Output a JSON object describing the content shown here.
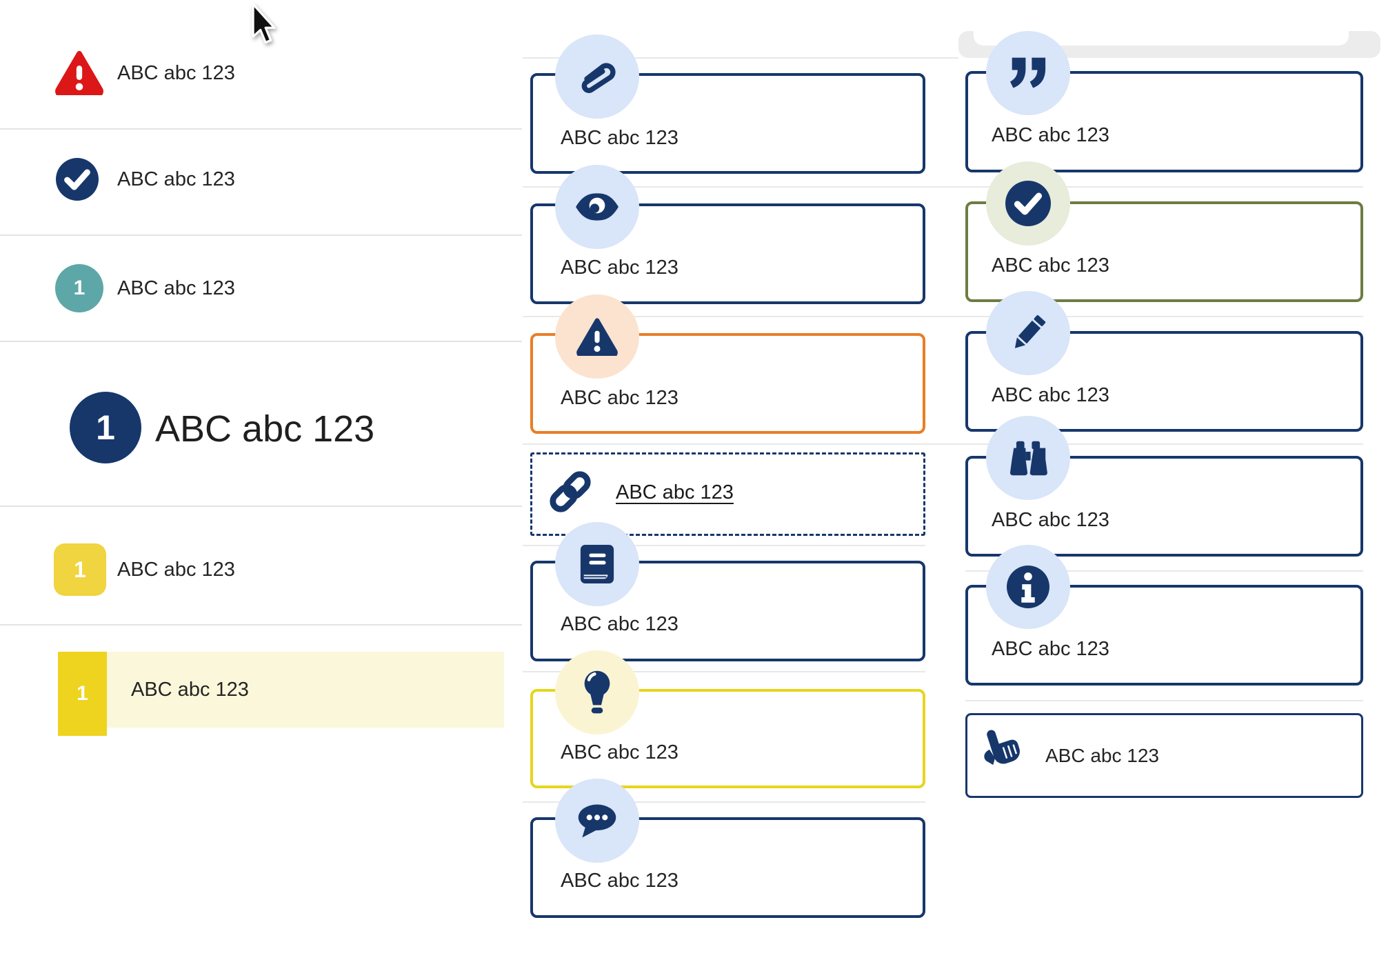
{
  "page": {
    "background": "#ffffff"
  },
  "colors": {
    "navy": "#17376b",
    "red": "#dc1717",
    "teal": "#5ea7a8",
    "yellow-badge": "#f0d440",
    "yellow-marker": "#eed41f",
    "yellow-band": "#fbf7da",
    "orange": "#e87e26",
    "olive": "#6d7c41",
    "yellow-border": "#e7d51d",
    "lightblue": "#d9e5f8",
    "peach": "#fbe3cf",
    "paleyellow": "#faf4d2",
    "sage": "#e8ecda",
    "sep": "#e8e8e8",
    "ldiv": "#e3e3e3",
    "text": "#242424",
    "grayblob": "#ececec"
  },
  "left_list": {
    "rows": [
      {
        "icon": "alert-triangle-icon",
        "label": "ABC abc 123"
      },
      {
        "icon": "check-circle-icon",
        "label": "ABC abc 123"
      },
      {
        "icon": "step-badge-teal",
        "badge": "1",
        "label": "ABC abc 123"
      },
      {
        "icon": "step-badge-navy-large",
        "badge": "1",
        "label": "ABC abc 123"
      },
      {
        "icon": "note-badge-yellow",
        "badge": "1",
        "label": "ABC abc 123"
      },
      {
        "icon": "marker-badge-yellow",
        "badge": "1",
        "label": "ABC abc 123",
        "highlighted": true
      }
    ]
  },
  "middle_list": {
    "cards": [
      {
        "icon": "paperclip-icon",
        "label": "ABC abc 123",
        "border": "navy"
      },
      {
        "icon": "eye-icon",
        "label": "ABC abc 123",
        "border": "navy"
      },
      {
        "icon": "warning-icon",
        "label": "ABC abc 123",
        "border": "orange"
      },
      {
        "icon": "link-icon",
        "label": "ABC abc 123",
        "border": "dashed",
        "is_link": true
      },
      {
        "icon": "book-icon",
        "label": "ABC abc 123",
        "border": "navy"
      },
      {
        "icon": "lightbulb-icon",
        "label": "ABC abc 123",
        "border": "yellow"
      },
      {
        "icon": "chat-icon",
        "label": "ABC abc 123",
        "border": "navy"
      }
    ]
  },
  "right_list": {
    "scrolled_out_item": {
      "present": true
    },
    "cards": [
      {
        "icon": "quote-icon",
        "label": "ABC abc 123",
        "border": "navy"
      },
      {
        "icon": "check-circle-icon",
        "label": "ABC abc 123",
        "border": "olive"
      },
      {
        "icon": "pencil-icon",
        "label": "ABC abc 123",
        "border": "navy"
      },
      {
        "icon": "binoculars-icon",
        "label": "ABC abc 123",
        "border": "navy"
      },
      {
        "icon": "info-icon",
        "label": "ABC abc 123",
        "border": "navy"
      },
      {
        "icon": "hand-pointer-icon",
        "label": "ABC abc 123",
        "border": "navy-thin"
      }
    ]
  }
}
